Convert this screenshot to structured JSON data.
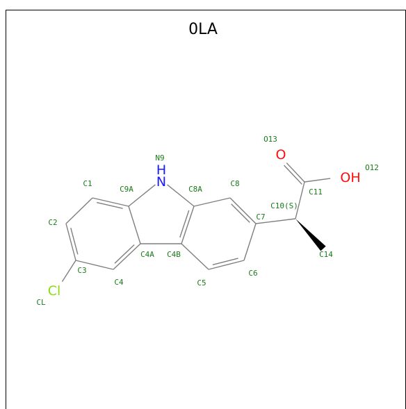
{
  "title": "0LA",
  "colors": {
    "bond": "#7f7f7f",
    "label": "#1a7a1a",
    "nitrogen": "#1a1aff",
    "oxygen": "#ff0d0d",
    "chlorine": "#88dd11"
  },
  "atoms": [
    {
      "id": "N9",
      "label": "N9",
      "symbol": "N\nH",
      "element": "N"
    },
    {
      "id": "C1",
      "label": "C1"
    },
    {
      "id": "C9A",
      "label": "C9A"
    },
    {
      "id": "C8A",
      "label": "C8A"
    },
    {
      "id": "C8",
      "label": "C8"
    },
    {
      "id": "C2",
      "label": "C2"
    },
    {
      "id": "C7",
      "label": "C7"
    },
    {
      "id": "C3",
      "label": "C3"
    },
    {
      "id": "C4A",
      "label": "C4A"
    },
    {
      "id": "C4B",
      "label": "C4B"
    },
    {
      "id": "C6",
      "label": "C6"
    },
    {
      "id": "C4",
      "label": "C4"
    },
    {
      "id": "C5",
      "label": "C5"
    },
    {
      "id": "CL",
      "label": "CL",
      "symbol": "Cl",
      "element": "Cl"
    },
    {
      "id": "O13",
      "label": "O13",
      "symbol": "O",
      "element": "O"
    },
    {
      "id": "O12",
      "label": "O12",
      "symbol": "OH",
      "element": "O"
    },
    {
      "id": "C11",
      "label": "C11"
    },
    {
      "id": "C10",
      "label": "C10(S)"
    },
    {
      "id": "C14",
      "label": "C14"
    }
  ]
}
